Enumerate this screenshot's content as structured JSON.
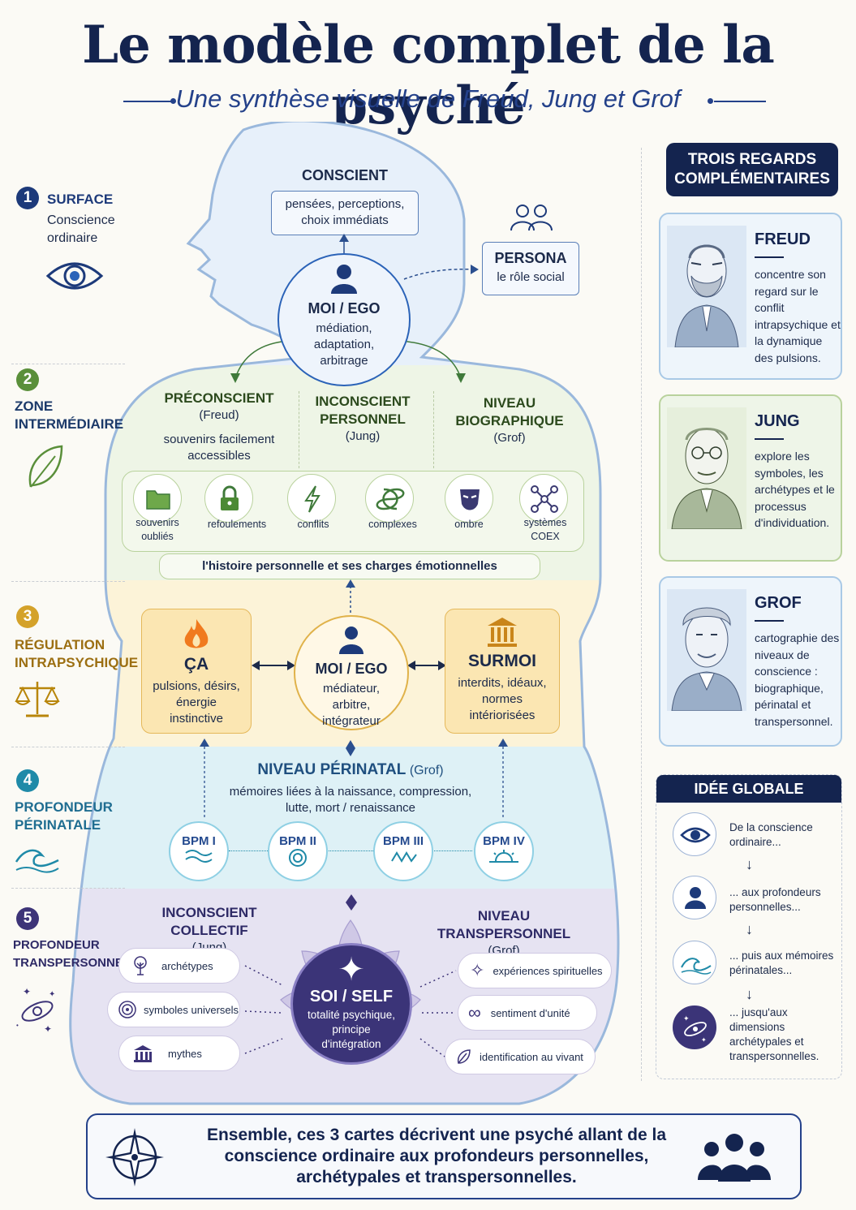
{
  "title": "Le modèle complet de la psyché",
  "subtitle": "Une synthèse visuelle de Freud, Jung et Grof",
  "zones": [
    {
      "num": "1",
      "title": "SURFACE",
      "sub": "Conscience ordinaire",
      "color": "#1d3a7a",
      "icon": "eye-icon"
    },
    {
      "num": "2",
      "title": "ZONE INTERMÉDIAIRE",
      "color": "#5a8f3a",
      "icon": "leaf-icon"
    },
    {
      "num": "3",
      "title": "RÉGULATION INTRAPSYCHIQUE",
      "color": "#d4a22a",
      "icon": "scales-icon"
    },
    {
      "num": "4",
      "title": "PROFONDEUR PÉRINATALE",
      "color": "#1f8aa8",
      "icon": "wave-icon"
    },
    {
      "num": "5",
      "title": "PROFONDEUR TRANSPERSONNELLE",
      "color": "#3d3478",
      "icon": "galaxy-icon"
    }
  ],
  "conscient": {
    "title": "CONSCIENT",
    "text": "pensées, perceptions, choix immédiats"
  },
  "persona": {
    "title": "PERSONA",
    "text": "le rôle social"
  },
  "moi_top": {
    "title": "MOI / EGO",
    "text": "médiation, adaptation, arbitrage"
  },
  "mid": {
    "preconscient": {
      "title": "PRÉCONSCIENT",
      "author": "(Freud)",
      "text": "souvenirs facilement accessibles"
    },
    "inconscient": {
      "title": "INCONSCIENT PERSONNEL",
      "author": "(Jung)"
    },
    "biographique": {
      "title": "NIVEAU BIOGRAPHIQUE",
      "author": "(Grof)"
    },
    "icons": [
      {
        "label": "souvenirs oubliés",
        "icon": "folder-icon"
      },
      {
        "label": "refoulements",
        "icon": "lock-icon"
      },
      {
        "label": "conflits",
        "icon": "lightning-icon"
      },
      {
        "label": "complexes",
        "icon": "knot-icon"
      },
      {
        "label": "ombre",
        "icon": "mask-icon"
      },
      {
        "label": "systèmes COEX",
        "icon": "network-icon"
      }
    ],
    "banner": "l'histoire personnelle et ses charges émotionnelles"
  },
  "regulation": {
    "ca": {
      "title": "ÇA",
      "text": "pulsions, désirs, énergie instinctive"
    },
    "moi": {
      "title": "MOI / EGO",
      "text": "médiateur, arbitre, intégrateur"
    },
    "surmoi": {
      "title": "SURMOI",
      "text": "interdits, idéaux, normes intériorisées"
    }
  },
  "perinatal": {
    "title": "NIVEAU PÉRINATAL",
    "author": "(Grof)",
    "text": "mémoires liées à la naissance, compression, lutte, mort / renaissance",
    "bpm": [
      "BPM I",
      "BPM II",
      "BPM III",
      "BPM IV"
    ]
  },
  "transpersonnel": {
    "collectif": {
      "title": "INCONSCIENT COLLECTIF",
      "author": "(Jung)"
    },
    "niveau": {
      "title": "NIVEAU TRANSPERSONNEL",
      "author": "(Grof)"
    },
    "left_pills": [
      "archétypes",
      "symboles universels",
      "mythes"
    ],
    "right_pills": [
      "expériences spirituelles",
      "sentiment d'unité",
      "identification au vivant"
    ],
    "soi": {
      "title": "SOI / SELF",
      "text": "totalité psychique, principe d'intégration"
    }
  },
  "regards": {
    "header": "TROIS REGARDS COMPLÉMENTAIRES",
    "cards": [
      {
        "name": "FREUD",
        "text": "concentre son regard sur le conflit intrapsychique et la dynamique des pulsions."
      },
      {
        "name": "JUNG",
        "text": "explore les symboles, les archétypes et le processus d'individuation."
      },
      {
        "name": "GROF",
        "text": "cartographie des niveaux de conscience : biographique, périnatal et transpersonnel."
      }
    ]
  },
  "idee": {
    "header": "IDÉE GLOBALE",
    "steps": [
      "De la conscience ordinaire...",
      "... aux profondeurs personnelles...",
      "... puis aux mémoires périnatales...",
      "... jusqu'aux dimensions archétypales et transpersonnelles."
    ],
    "arrow": "↓"
  },
  "footer": "Ensemble, ces 3 cartes décrivent une psyché allant de la conscience ordinaire aux profondeurs personnelles, archétypales et transpersonnelles."
}
